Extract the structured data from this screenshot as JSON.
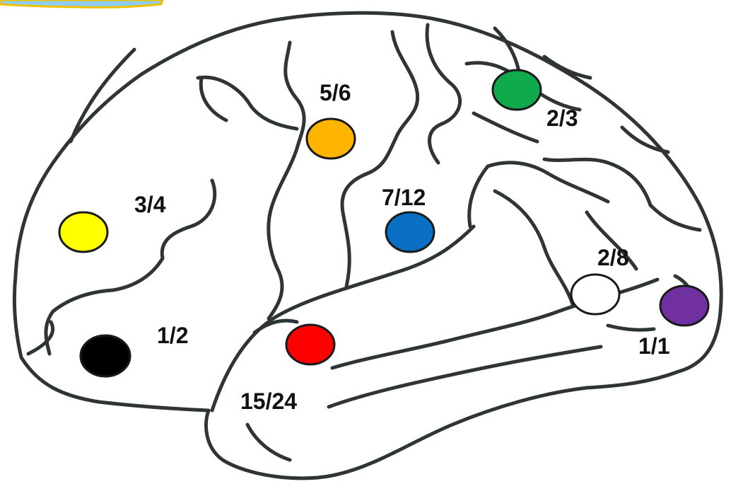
{
  "regions": [
    {
      "id": "yellow",
      "fraction": "3/4",
      "color": "#ffff00"
    },
    {
      "id": "black",
      "fraction": "1/2",
      "color": "#000000"
    },
    {
      "id": "orange",
      "fraction": "5/6",
      "color": "#ffb400"
    },
    {
      "id": "blue",
      "fraction": "7/12",
      "color": "#0a6fc4"
    },
    {
      "id": "green",
      "fraction": "2/3",
      "color": "#10a94c"
    },
    {
      "id": "red",
      "fraction": "15/24",
      "color": "#ff0000"
    },
    {
      "id": "white",
      "fraction": "2/8",
      "color": "#ffffff"
    },
    {
      "id": "purple",
      "fraction": "1/1",
      "color": "#7030a0"
    }
  ]
}
